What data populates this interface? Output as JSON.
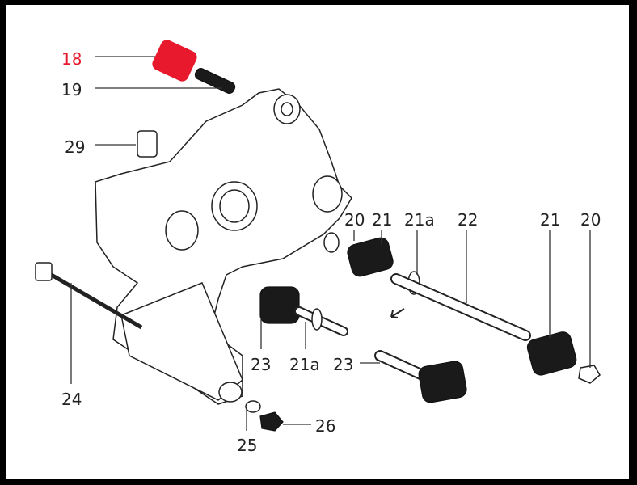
{
  "diagram": {
    "callouts": [
      {
        "id": "18",
        "highlighted": true
      },
      {
        "id": "19"
      },
      {
        "id": "29"
      },
      {
        "id": "20"
      },
      {
        "id": "21"
      },
      {
        "id": "21a"
      },
      {
        "id": "22"
      },
      {
        "id": "21"
      },
      {
        "id": "20"
      },
      {
        "id": "24"
      },
      {
        "id": "23"
      },
      {
        "id": "21a"
      },
      {
        "id": "23"
      },
      {
        "id": "25"
      },
      {
        "id": "26"
      }
    ],
    "colors": {
      "highlight": "#e8192c",
      "line": "#222222",
      "background": "#ffffff",
      "border": "#000000"
    }
  }
}
